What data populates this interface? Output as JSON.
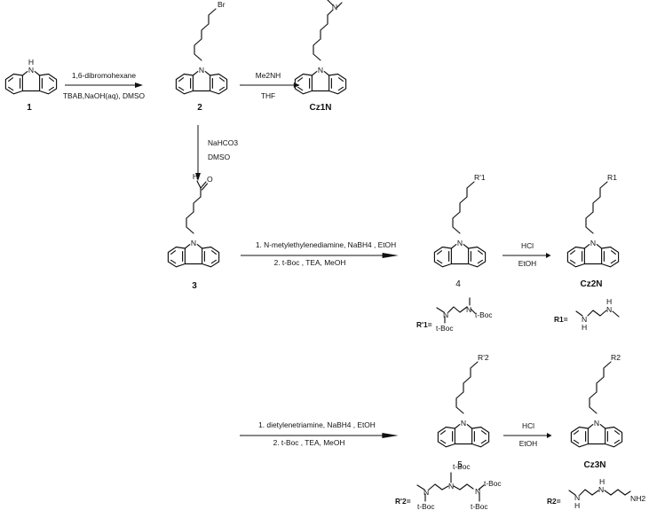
{
  "compounds": {
    "c1": "1",
    "c2": "2",
    "cz1n": "Cz1N",
    "c3": "3",
    "c4": "4",
    "cz2n": "Cz2N",
    "c5": "5",
    "cz3n": "Cz3N"
  },
  "atoms": {
    "nh_h": "H",
    "n": "N",
    "br": "Br",
    "h": "H",
    "o": "O",
    "rp1": "R'1",
    "r1": "R1",
    "rp2": "R'2",
    "r2": "R2"
  },
  "reactions": {
    "step1_above": "1,6-dibromohexane",
    "step1_below": "TBAB,NaOH(aq), DMSO",
    "step2_above": "Me2NH",
    "step2_below": "THF",
    "step3_line1": "NaHCO3",
    "step3_line2": "DMSO",
    "step4_line1": "1. N-metylethylenediamine, NaBH4 , EtOH",
    "step4_line2": "2. t-Boc , TEA, MeOH",
    "step5_above": "HCl",
    "step5_below": "EtOH",
    "step6_line1": "1. dietylenetriamine, NaBH4 , EtOH",
    "step6_line2": "2. t-Boc , TEA, MeOH",
    "step7_above": "HCl",
    "step7_below": "EtOH"
  },
  "substituents": {
    "rp1_label": "R'1=",
    "rp1_tboc_a": "t-Boc",
    "rp1_tboc_b": "t-Boc",
    "r1_label": "R1=",
    "rp2_label": "R'2=",
    "rp2_tboc_a": "t-Boc",
    "rp2_tboc_b": "t-Boc",
    "rp2_tboc_c": "t-Boc",
    "r2_label": "R2=",
    "nh2": "NH2"
  }
}
